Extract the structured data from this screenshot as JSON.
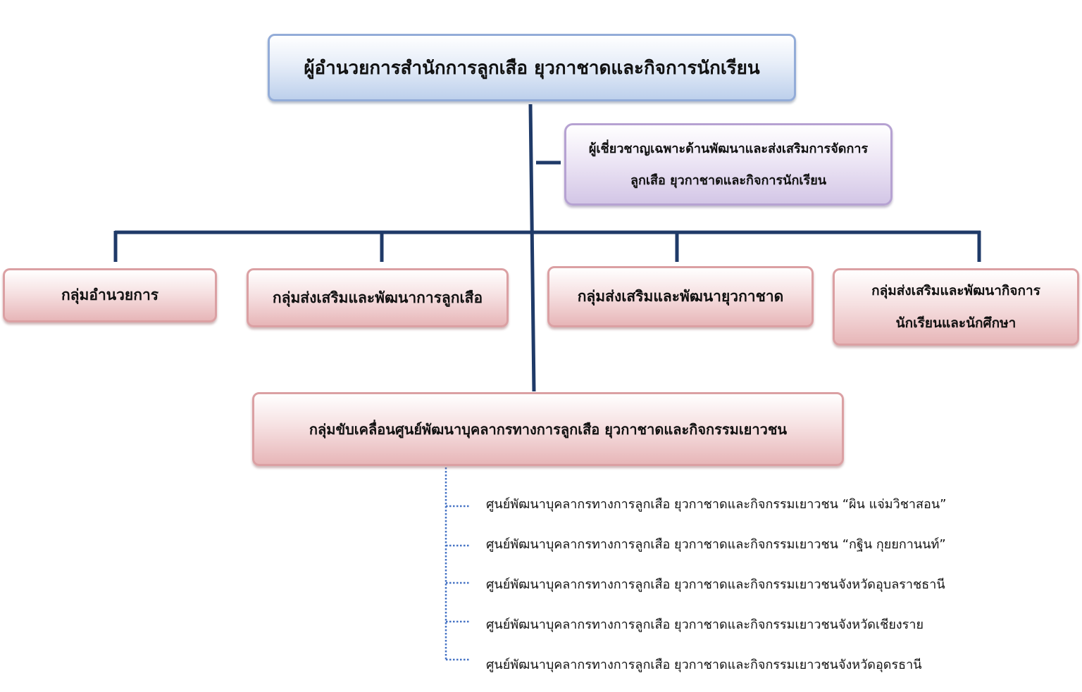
{
  "org_chart": {
    "director": "ผู้อำนวยการสำนักการลูกเสือ ยุวกาชาดและกิจการนักเรียน",
    "expert": {
      "lines": [
        "ผู้เชี่ยวชาญเฉพาะด้านพัฒนาและส่งเสริมการจัดการ",
        "ลูกเสือ ยุวกาชาดและกิจการนักเรียน"
      ]
    },
    "groups": [
      {
        "lines": [
          "กลุ่มอำนวยการ"
        ]
      },
      {
        "lines": [
          "กลุ่มส่งเสริมและพัฒนาการลูกเสือ"
        ]
      },
      {
        "lines": [
          "กลุ่มส่งเสริมและพัฒนายุวกาชาด"
        ]
      },
      {
        "lines": [
          "กลุ่มส่งเสริมและพัฒนากิจการ",
          "นักเรียนและนักศึกษา"
        ]
      }
    ],
    "center_group": "กลุ่มขับเคลื่อนศูนย์พัฒนาบุคลากรทางการลูกเสือ ยุวกาชาดและกิจกรรมเยาวชน",
    "center_items": [
      "ศูนย์พัฒนาบุคลากรทางการลูกเสือ ยุวกาชาดและกิจกรรมเยาวชน “ผิน แจ่มวิชาสอน”",
      "ศูนย์พัฒนาบุคลากรทางการลูกเสือ ยุวกาชาดและกิจกรรมเยาวชน “กฐิน กุยยกานนท์”",
      "ศูนย์พัฒนาบุคลากรทางการลูกเสือ ยุวกาชาดและกิจกรรมเยาวชนจังหวัดอุบลราชธานี",
      "ศูนย์พัฒนาบุคลากรทางการลูกเสือ ยุวกาชาดและกิจกรรมเยาวชนจังหวัดเชียงราย",
      "ศูนย์พัฒนาบุคลากรทางการลูกเสือ ยุวกาชาดและกิจกรรมเยาวชนจังหวัดอุดรธานี"
    ]
  },
  "colors": {
    "connector": "#1f3a68",
    "dotted_connector": "#4472c4",
    "director_border": "#93acd8",
    "expert_border": "#b6a2d2",
    "group_border": "#dba0a3"
  }
}
